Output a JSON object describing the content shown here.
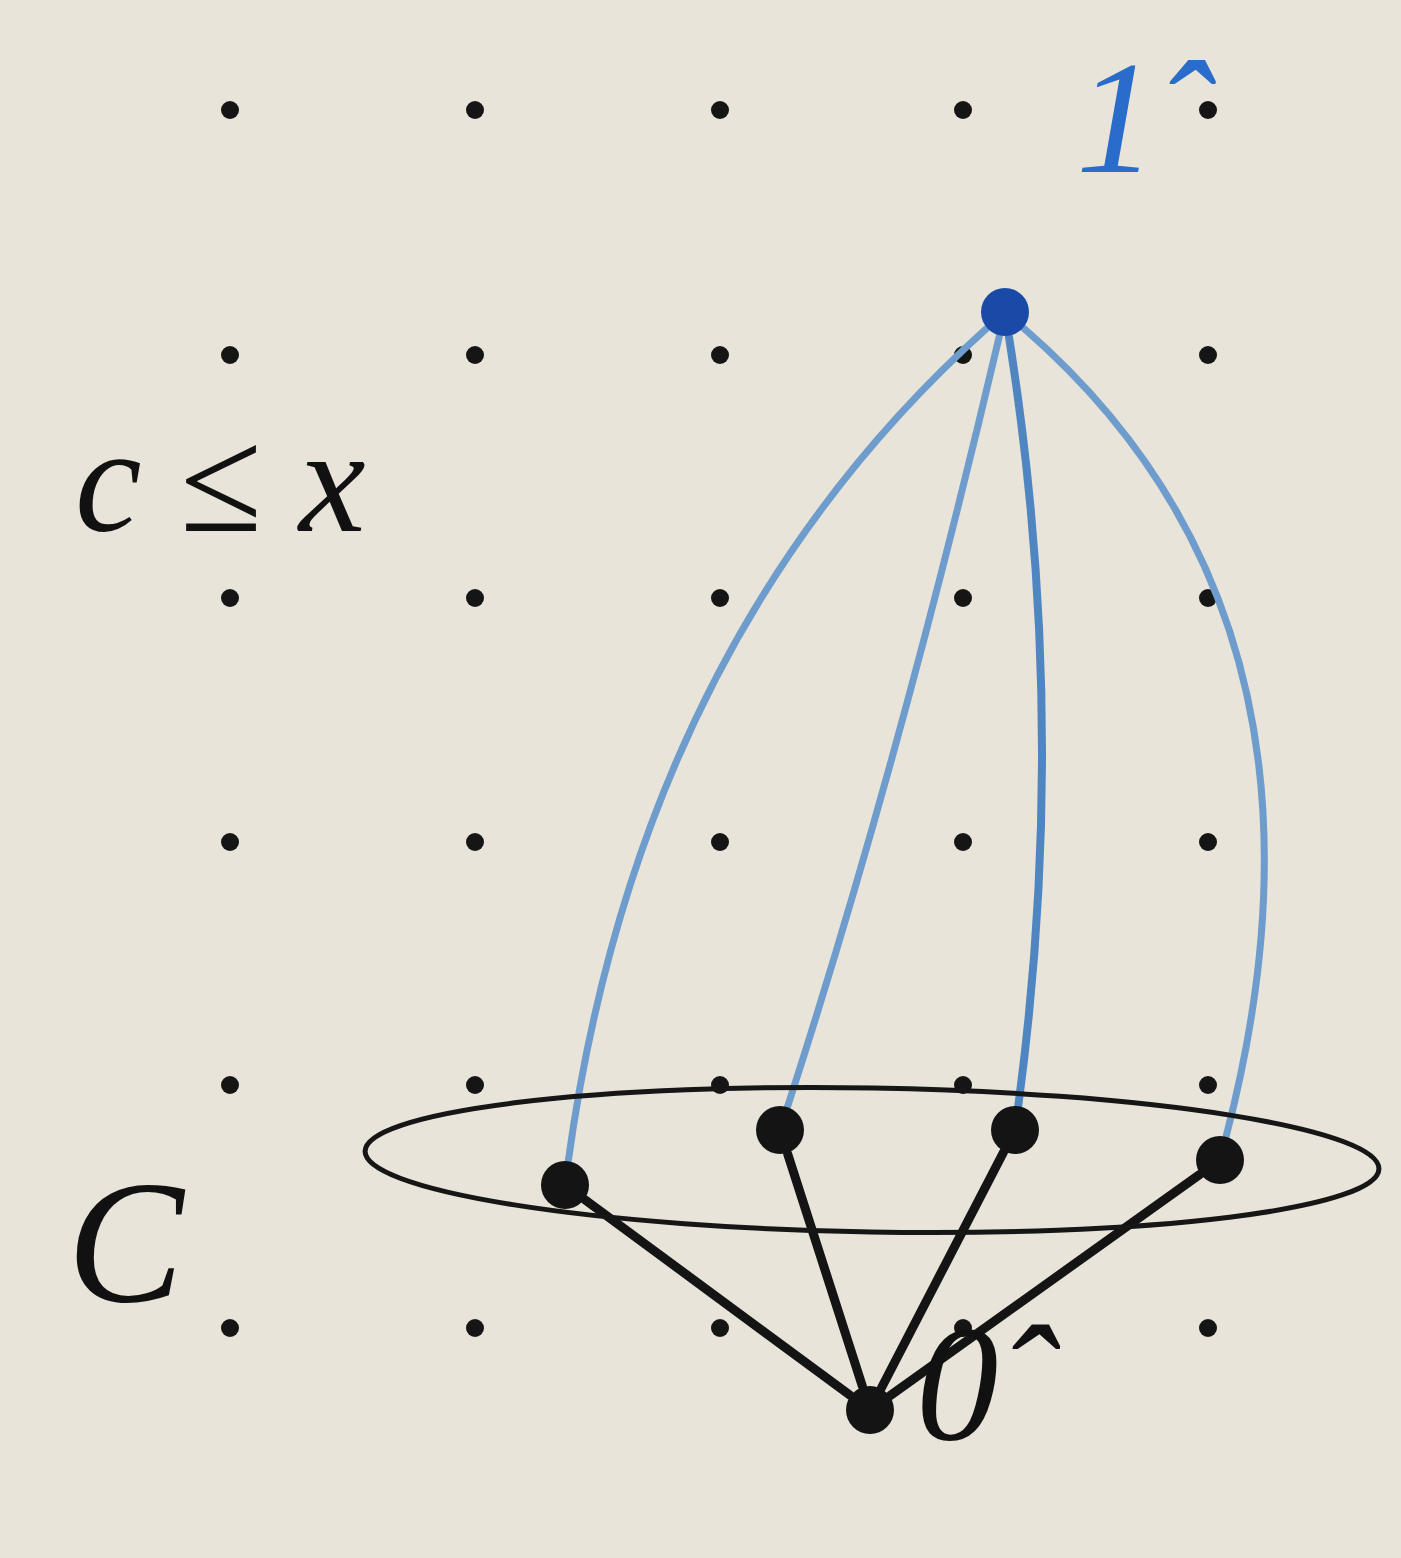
{
  "diagram": {
    "nodes": [
      {
        "text": [
          "1̂"
        ]
      },
      {
        "text": [
          "C"
        ]
      },
      {
        "in": 1
      },
      {
        "in": 1
      },
      {
        "in": 1
      },
      {
        "in": 1
      },
      {
        "text": [
          "0̂"
        ]
      }
    ],
    "edges": [
      {
        "from": 6,
        "to": 2,
        "arrow": "none"
      },
      {
        "from": 6,
        "to": 3,
        "arrow": "none"
      },
      {
        "from": 6,
        "to": 4,
        "arrow": "none"
      },
      {
        "from": 6,
        "to": 5,
        "arrow": "none"
      },
      {
        "from": 0,
        "to": 2,
        "arrow": "none"
      },
      {
        "from": 0,
        "to": 3,
        "arrow": "none"
      },
      {
        "from": 0,
        "to": 4,
        "arrow": "none"
      },
      {
        "from": 0,
        "to": 5,
        "arrow": "none"
      }
    ],
    "labels": [
      "c ≤ x"
    ]
  }
}
